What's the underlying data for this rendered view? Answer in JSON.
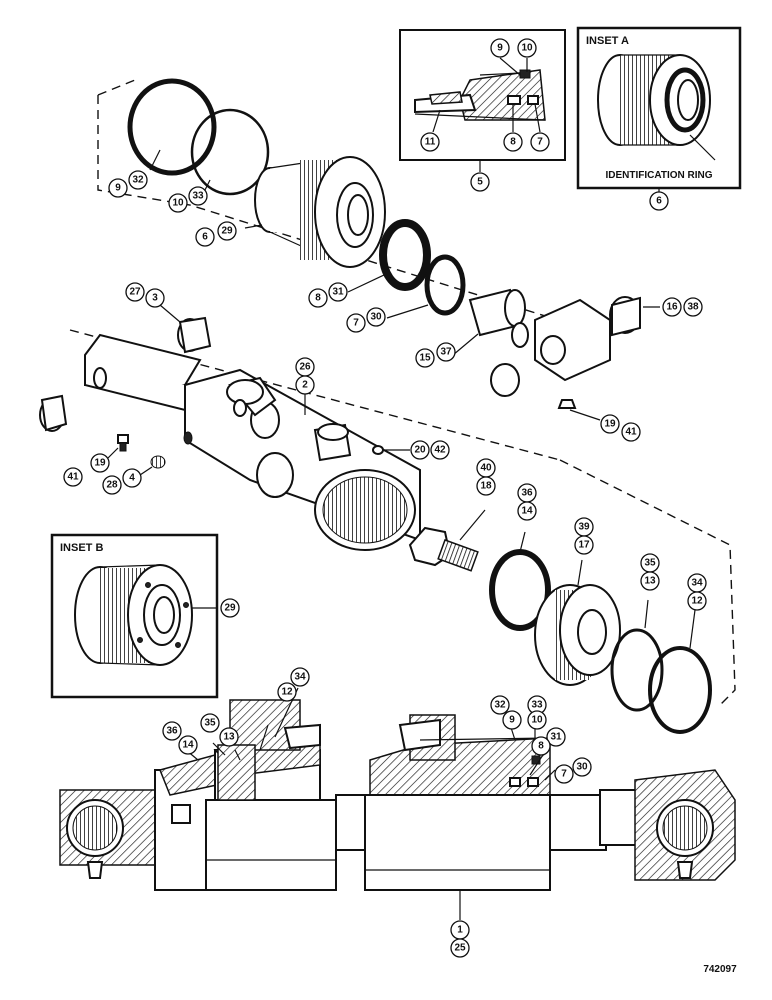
{
  "figure_number": "742097",
  "insets": {
    "a_title": "INSET A",
    "a_caption": "IDENTIFICATION RING",
    "b_title": "INSET B"
  },
  "callouts": [
    {
      "id": "c9-top",
      "label": "9"
    },
    {
      "id": "c10-top",
      "label": "10"
    },
    {
      "id": "c11",
      "label": "11"
    },
    {
      "id": "c8-inset",
      "label": "8"
    },
    {
      "id": "c7-inset",
      "label": "7"
    },
    {
      "id": "c5",
      "label": "5"
    },
    {
      "id": "c6-insetA",
      "label": "6"
    },
    {
      "id": "c9-ring",
      "label": "9"
    },
    {
      "id": "c32-ring",
      "label": "32"
    },
    {
      "id": "c10-ring",
      "label": "10"
    },
    {
      "id": "c33-ring",
      "label": "33"
    },
    {
      "id": "c6-gland",
      "label": "6"
    },
    {
      "id": "c29-gland",
      "label": "29"
    },
    {
      "id": "c8-seal",
      "label": "8"
    },
    {
      "id": "c31-seal",
      "label": "31"
    },
    {
      "id": "c7-wiper",
      "label": "7"
    },
    {
      "id": "c30-wiper",
      "label": "30"
    },
    {
      "id": "c27",
      "label": "27"
    },
    {
      "id": "c3",
      "label": "3"
    },
    {
      "id": "c15",
      "label": "15"
    },
    {
      "id": "c37",
      "label": "37"
    },
    {
      "id": "c16",
      "label": "16"
    },
    {
      "id": "c38",
      "label": "38"
    },
    {
      "id": "c26",
      "label": "26"
    },
    {
      "id": "c2",
      "label": "2"
    },
    {
      "id": "c19-r",
      "label": "19"
    },
    {
      "id": "c41-r",
      "label": "41"
    },
    {
      "id": "c20",
      "label": "20"
    },
    {
      "id": "c42",
      "label": "42"
    },
    {
      "id": "c41-l",
      "label": "41"
    },
    {
      "id": "c19-l",
      "label": "19"
    },
    {
      "id": "c28",
      "label": "28"
    },
    {
      "id": "c4",
      "label": "4"
    },
    {
      "id": "c40",
      "label": "40"
    },
    {
      "id": "c18",
      "label": "18"
    },
    {
      "id": "c36-ex",
      "label": "36"
    },
    {
      "id": "c14-ex",
      "label": "14"
    },
    {
      "id": "c39",
      "label": "39"
    },
    {
      "id": "c17",
      "label": "17"
    },
    {
      "id": "c35-ex",
      "label": "35"
    },
    {
      "id": "c13-ex",
      "label": "13"
    },
    {
      "id": "c34-ex",
      "label": "34"
    },
    {
      "id": "c12-ex",
      "label": "12"
    },
    {
      "id": "c29-insetB",
      "label": "29"
    },
    {
      "id": "c34-sec",
      "label": "34"
    },
    {
      "id": "c12-sec",
      "label": "12"
    },
    {
      "id": "c36-sec",
      "label": "36"
    },
    {
      "id": "c14-sec",
      "label": "14"
    },
    {
      "id": "c35-sec",
      "label": "35"
    },
    {
      "id": "c13-sec",
      "label": "13"
    },
    {
      "id": "c32-sec",
      "label": "32"
    },
    {
      "id": "c9-sec",
      "label": "9"
    },
    {
      "id": "c33-sec",
      "label": "33"
    },
    {
      "id": "c10-sec",
      "label": "10"
    },
    {
      "id": "c31-sec",
      "label": "31"
    },
    {
      "id": "c8-sec",
      "label": "8"
    },
    {
      "id": "c7-sec",
      "label": "7"
    },
    {
      "id": "c30-sec",
      "label": "30"
    },
    {
      "id": "c1",
      "label": "1"
    },
    {
      "id": "c25",
      "label": "25"
    }
  ]
}
